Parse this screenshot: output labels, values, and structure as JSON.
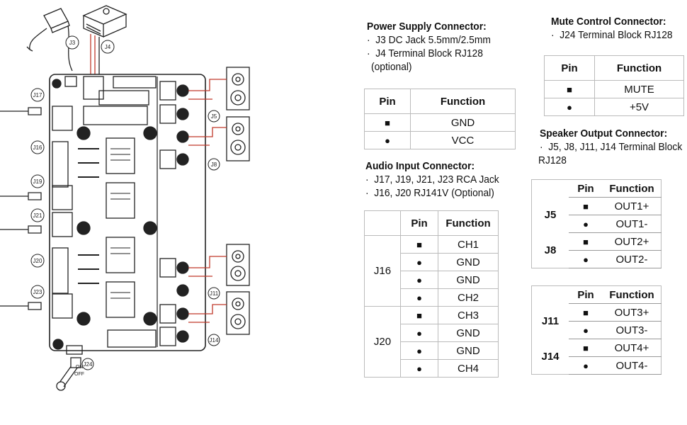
{
  "diagram": {
    "callouts": [
      "J3",
      "J4",
      "J17",
      "J16",
      "J19",
      "J21",
      "J20",
      "J23",
      "J5",
      "J8",
      "J11",
      "J14",
      "J24"
    ],
    "switch_labels": [
      "ON",
      "OFF"
    ]
  },
  "power": {
    "heading": "Power Supply Connector:",
    "lines": [
      "J3 DC Jack 5.5mm/2.5mm",
      "J4 Terminal Block RJ128",
      "(optional)"
    ],
    "table": {
      "headers": [
        "Pin",
        "Function"
      ],
      "rows": [
        {
          "pin": "■",
          "func": "GND"
        },
        {
          "pin": "●",
          "func": "VCC"
        }
      ]
    }
  },
  "audio": {
    "heading": "Audio Input Connector:",
    "lines": [
      "J17, J19, J21, J23 RCA Jack",
      "J16, J20 RJ141V (Optional)"
    ],
    "table": {
      "headers": [
        "Pin",
        "Function"
      ],
      "groups": [
        {
          "name": "J16",
          "rows": [
            {
              "pin": "■",
              "func": "CH1"
            },
            {
              "pin": "●",
              "func": "GND"
            },
            {
              "pin": "●",
              "func": "GND"
            },
            {
              "pin": "●",
              "func": "CH2"
            }
          ]
        },
        {
          "name": "J20",
          "rows": [
            {
              "pin": "■",
              "func": "CH3"
            },
            {
              "pin": "●",
              "func": "GND"
            },
            {
              "pin": "●",
              "func": "GND"
            },
            {
              "pin": "●",
              "func": "CH4"
            }
          ]
        }
      ]
    }
  },
  "mute": {
    "heading": "Mute Control Connector:",
    "lines": [
      "J24 Terminal Block RJ128"
    ],
    "table": {
      "headers": [
        "Pin",
        "Function"
      ],
      "rows": [
        {
          "pin": "■",
          "func": "MUTE"
        },
        {
          "pin": "●",
          "func": "+5V"
        }
      ]
    }
  },
  "speaker": {
    "heading": "Speaker Output Connector:",
    "lines": [
      "J5, J8, J11, J14 Terminal Block",
      "RJ128"
    ],
    "table1": {
      "headers": [
        "Pin",
        "Function"
      ],
      "groups": [
        {
          "name": "J5",
          "rows": [
            {
              "pin": "■",
              "func": "OUT1+"
            },
            {
              "pin": "●",
              "func": "OUT1-"
            }
          ]
        },
        {
          "name": "J8",
          "rows": [
            {
              "pin": "■",
              "func": "OUT2+"
            },
            {
              "pin": "●",
              "func": "OUT2-"
            }
          ]
        }
      ]
    },
    "table2": {
      "headers": [
        "Pin",
        "Function"
      ],
      "groups": [
        {
          "name": "J11",
          "rows": [
            {
              "pin": "■",
              "func": "OUT3+"
            },
            {
              "pin": "●",
              "func": "OUT3-"
            }
          ]
        },
        {
          "name": "J14",
          "rows": [
            {
              "pin": "■",
              "func": "OUT4+"
            },
            {
              "pin": "●",
              "func": "OUT4-"
            }
          ]
        }
      ]
    }
  },
  "colors": {
    "wire_red": "#c0392b",
    "line": "#222222",
    "border": "#bbbbbb"
  }
}
